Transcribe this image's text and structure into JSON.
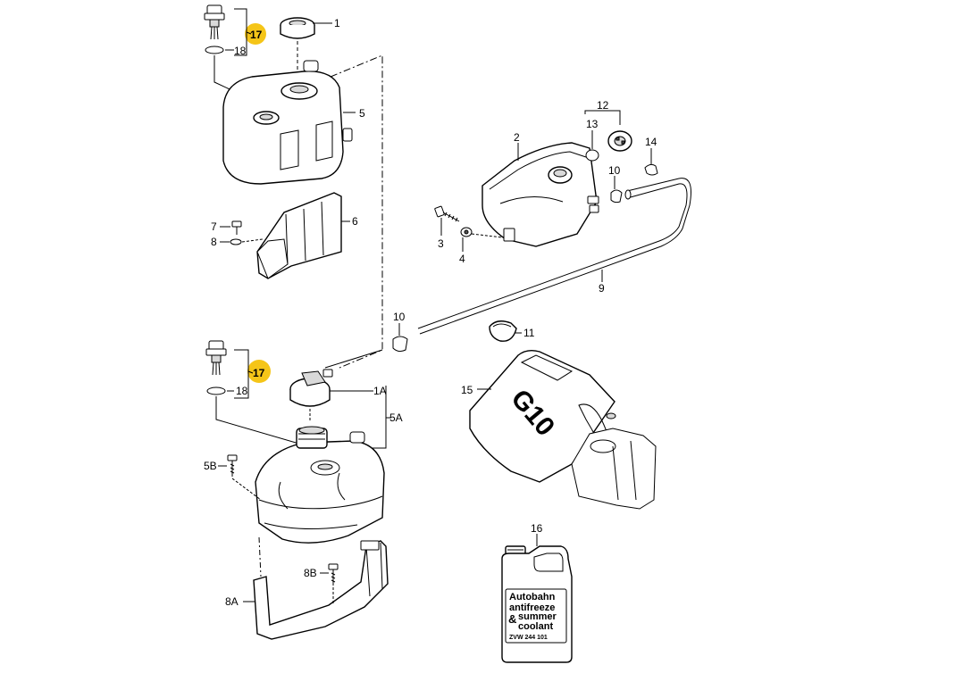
{
  "labels": {
    "l1": "1",
    "l2": "2",
    "l3": "3",
    "l4": "4",
    "l5": "5",
    "l6": "6",
    "l7": "7",
    "l8": "8",
    "l9": "9",
    "l10a": "10",
    "l10b": "10",
    "l11": "11",
    "l12": "12",
    "l13": "13",
    "l14": "14",
    "l15": "15",
    "l16": "16",
    "l17a": "17",
    "l17b": "17",
    "l18a": "18",
    "l18b": "18",
    "l1A": "1A",
    "l5A": "5A",
    "l5B": "5B",
    "l8A": "8A",
    "l8B": "8B"
  },
  "canister_text": "G10",
  "bottle_label": {
    "line1": "Autobahn",
    "line2": "antifreeze",
    "line3": "summer",
    "line4": "coolant",
    "ampersand": "&",
    "part_number": "ZVW 244 101"
  },
  "colors": {
    "highlight": "#f5c518",
    "line": "#000000",
    "shade": "#d9d9d9",
    "background": "#ffffff"
  }
}
